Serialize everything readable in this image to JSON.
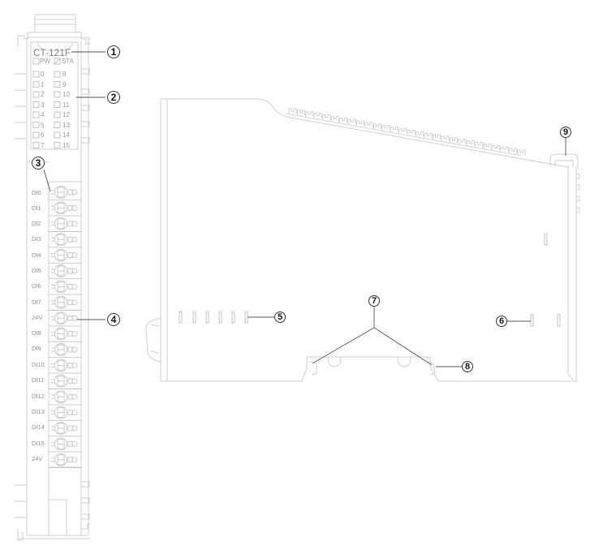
{
  "front_view": {
    "model": "CT-121F",
    "led_panel": {
      "header": [
        {
          "label": "PW"
        },
        {
          "label": "STA"
        }
      ],
      "left_column": [
        "0",
        "1",
        "2",
        "3",
        "4",
        "5",
        "6",
        "7"
      ],
      "right_column": [
        "8",
        "9",
        "10",
        "11",
        "12",
        "13",
        "14",
        "15"
      ]
    },
    "terminals": [
      "DI0",
      "DI1",
      "DI2",
      "DI3",
      "DI4",
      "DI5",
      "DI6",
      "DI7",
      "24V",
      "DI8",
      "DI9",
      "DI10",
      "DI11",
      "DI12",
      "DI13",
      "DI14",
      "DI15",
      "24V"
    ]
  },
  "callouts": [
    {
      "id": "1",
      "label": "1"
    },
    {
      "id": "2",
      "label": "2"
    },
    {
      "id": "3",
      "label": "3"
    },
    {
      "id": "4",
      "label": "4"
    },
    {
      "id": "5",
      "label": "5"
    },
    {
      "id": "6",
      "label": "6"
    },
    {
      "id": "7",
      "label": "7"
    },
    {
      "id": "8",
      "label": "8"
    },
    {
      "id": "9",
      "label": "9"
    }
  ],
  "colors": {
    "outline": "#c8c8c8",
    "leader": "#555555",
    "text": "#8e8e8e"
  }
}
